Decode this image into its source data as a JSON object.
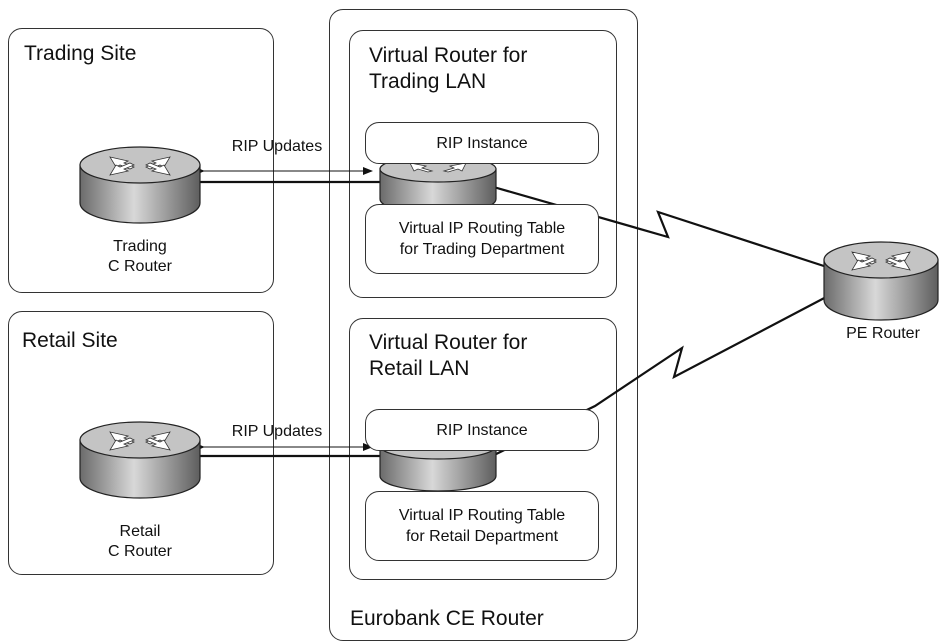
{
  "ce_router": {
    "label": "Eurobank CE Router"
  },
  "sites": [
    {
      "title": "Trading Site",
      "router_label": "Trading\nC Router",
      "rip_label": "RIP Updates"
    },
    {
      "title": "Retail Site",
      "router_label": "Retail\nC Router",
      "rip_label": "RIP Updates"
    }
  ],
  "virtual_routers": [
    {
      "title": "Virtual Router for\nTrading LAN",
      "rip_instance": "RIP Instance",
      "routing_table": "Virtual IP Routing Table\nfor Trading Department"
    },
    {
      "title": "Virtual Router for\nRetail LAN",
      "rip_instance": "RIP Instance",
      "routing_table": "Virtual IP Routing Table\nfor Retail Department"
    }
  ],
  "pe_router": {
    "label": "PE Router"
  },
  "icons": {
    "router": "router-icon"
  }
}
